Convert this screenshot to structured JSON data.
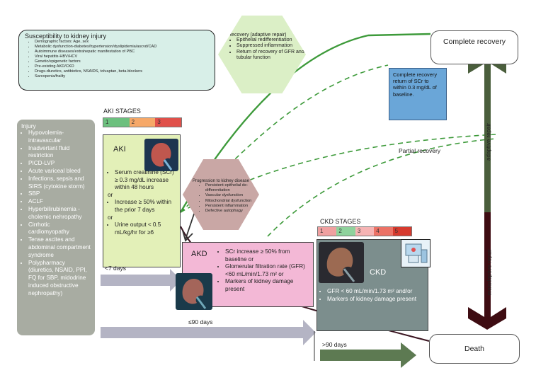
{
  "susceptibility": {
    "title": "Susceptibility to kidney injury",
    "items": [
      "Demographic factors: Age, sex",
      "Metabolic dysfunction-diabetes/hypertension/dyslipidemia/ascvd/CAD",
      "Autoimmune diseases/extrahepatic manifestation of PBC",
      "Viral hepatitis-HBV/HCV",
      "Genetic/epigenetic factors",
      "Pre-existing AKD/CKD",
      "Drugs-diuretics, antibiotics, NSAIDS, tolvaptan, beta-blockers",
      "Sarcopenia/frailty"
    ]
  },
  "recovery_adaptive": {
    "title": "Recovery (adaptive repair)",
    "items": [
      "Epithelial redifferentiation",
      "Suppressed inflammation",
      "Return of recovery of GFR and tubular function"
    ]
  },
  "injury": {
    "title": "Injury",
    "items": [
      "Hypovolemia-intravascular",
      "Inadvertant fluid restriction",
      "PICD-LVP",
      "Acute variceal bleed",
      "Infections, sepsis and SIRS (cytokine storm)",
      "SBP",
      "ACLF",
      "Hyperbilirubinemia -cholemic nehropathy",
      "Cirrhotic cardiomyopathy",
      "Tense ascites and abdominal compartment syndrome",
      "Polypharmacy (diuretics, NSAID, PPI, FQ for SBP, midodrine induced obstructive nephropathy)"
    ]
  },
  "aki": {
    "stages_title": "AKI STAGES",
    "stages": [
      {
        "label": "1",
        "color": "#6cc07e"
      },
      {
        "label": "2",
        "color": "#f6a868"
      },
      {
        "label": "3",
        "color": "#e0504a"
      }
    ],
    "label": "AKI",
    "criteria": [
      "Serum creatinine (SCr) ≥ 0.3 mg/dL increase within 48 hours",
      "or",
      "Increase ≥ 50% within the prior 7 days",
      "or",
      "Urine output < 0.5 mL/kg/hr for ≥6"
    ]
  },
  "progression": {
    "title": "Progression to kidney disease",
    "items": [
      "Persistent epithelial de-differentiation",
      "Vascular dysfunction",
      "Mitochondrial dysfunction",
      "Persistent inflammation",
      "Defective autophagy"
    ]
  },
  "akd": {
    "label": "AKD",
    "criteria": [
      "SCr increase ≥ 50% from baseline or",
      "Glomerular filtration rate (GFR) <60 mL/min/1.73 m² or",
      "Markers of kidney damage present"
    ]
  },
  "ckd": {
    "stages_title": "CKD STAGES",
    "stages": [
      {
        "label": "1",
        "color": "#f0a0a0"
      },
      {
        "label": "2",
        "color": "#8fd29c"
      },
      {
        "label": "3",
        "color": "#f6b4b4"
      },
      {
        "label": "4",
        "color": "#ec7266"
      },
      {
        "label": "5",
        "color": "#d63a2e"
      }
    ],
    "label": "CKD",
    "criteria": [
      "GFR < 60 mL/min/1.73 m² and/or",
      "Markers of kidney damage present"
    ]
  },
  "outcomes": {
    "complete_recovery": "Complete recovery",
    "death": "Death",
    "complete_recovery_note": "Complete recovery return of SCr to within 0.3 mg/dL of baseline.",
    "partial_recovery": "Partial recovery",
    "adaptive_repair": "adaptive repair",
    "maladaptive_repair": "maladaptive repair"
  },
  "timeline": {
    "lt7": "<7 days",
    "le90": "≤90 days",
    "gt90": ">90 days"
  },
  "colors": {
    "green_curve": "#3d9a3a",
    "dark_curve": "#3a1420",
    "adaptive_arrow": "#4a5e3c",
    "maladaptive_arrow": "#3e0c12",
    "gray_arrow": "#b4b4c4"
  }
}
